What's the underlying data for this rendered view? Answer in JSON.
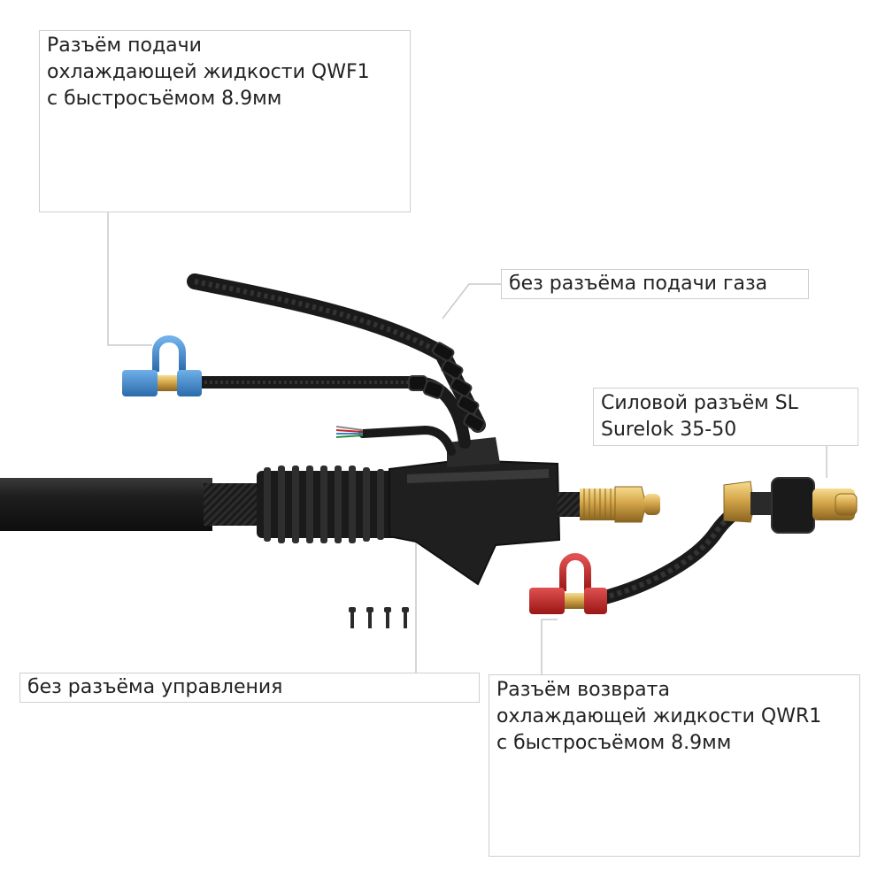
{
  "callouts": {
    "qwf1": {
      "lines": [
        "Разъём подачи",
        "охлаждающей жидкости QWF1",
        "с быстросъёмом 8.9мм"
      ]
    },
    "gas": {
      "lines": [
        "без разъёма подачи газа"
      ]
    },
    "power": {
      "lines": [
        "Силовой разъём SL",
        "Surelok 35-50"
      ]
    },
    "control": {
      "lines": [
        "без разъёма управления"
      ]
    },
    "qwr1": {
      "lines": [
        "Разъём возврата",
        "охлаждающей жидкости QWR1",
        "с быстросъёмом 8.9мм"
      ]
    }
  },
  "colors": {
    "feed_cap": "#3a82c8",
    "return_cap": "#c0282a",
    "brass": "#d4a64a",
    "cable": "#1c1c1c",
    "leader_line": "#c8c8c8"
  },
  "icons": [
    "brass-quick-coupler-icon",
    "blue-cap-icon",
    "red-cap-icon",
    "screw-icon",
    "power-plug-icon"
  ]
}
